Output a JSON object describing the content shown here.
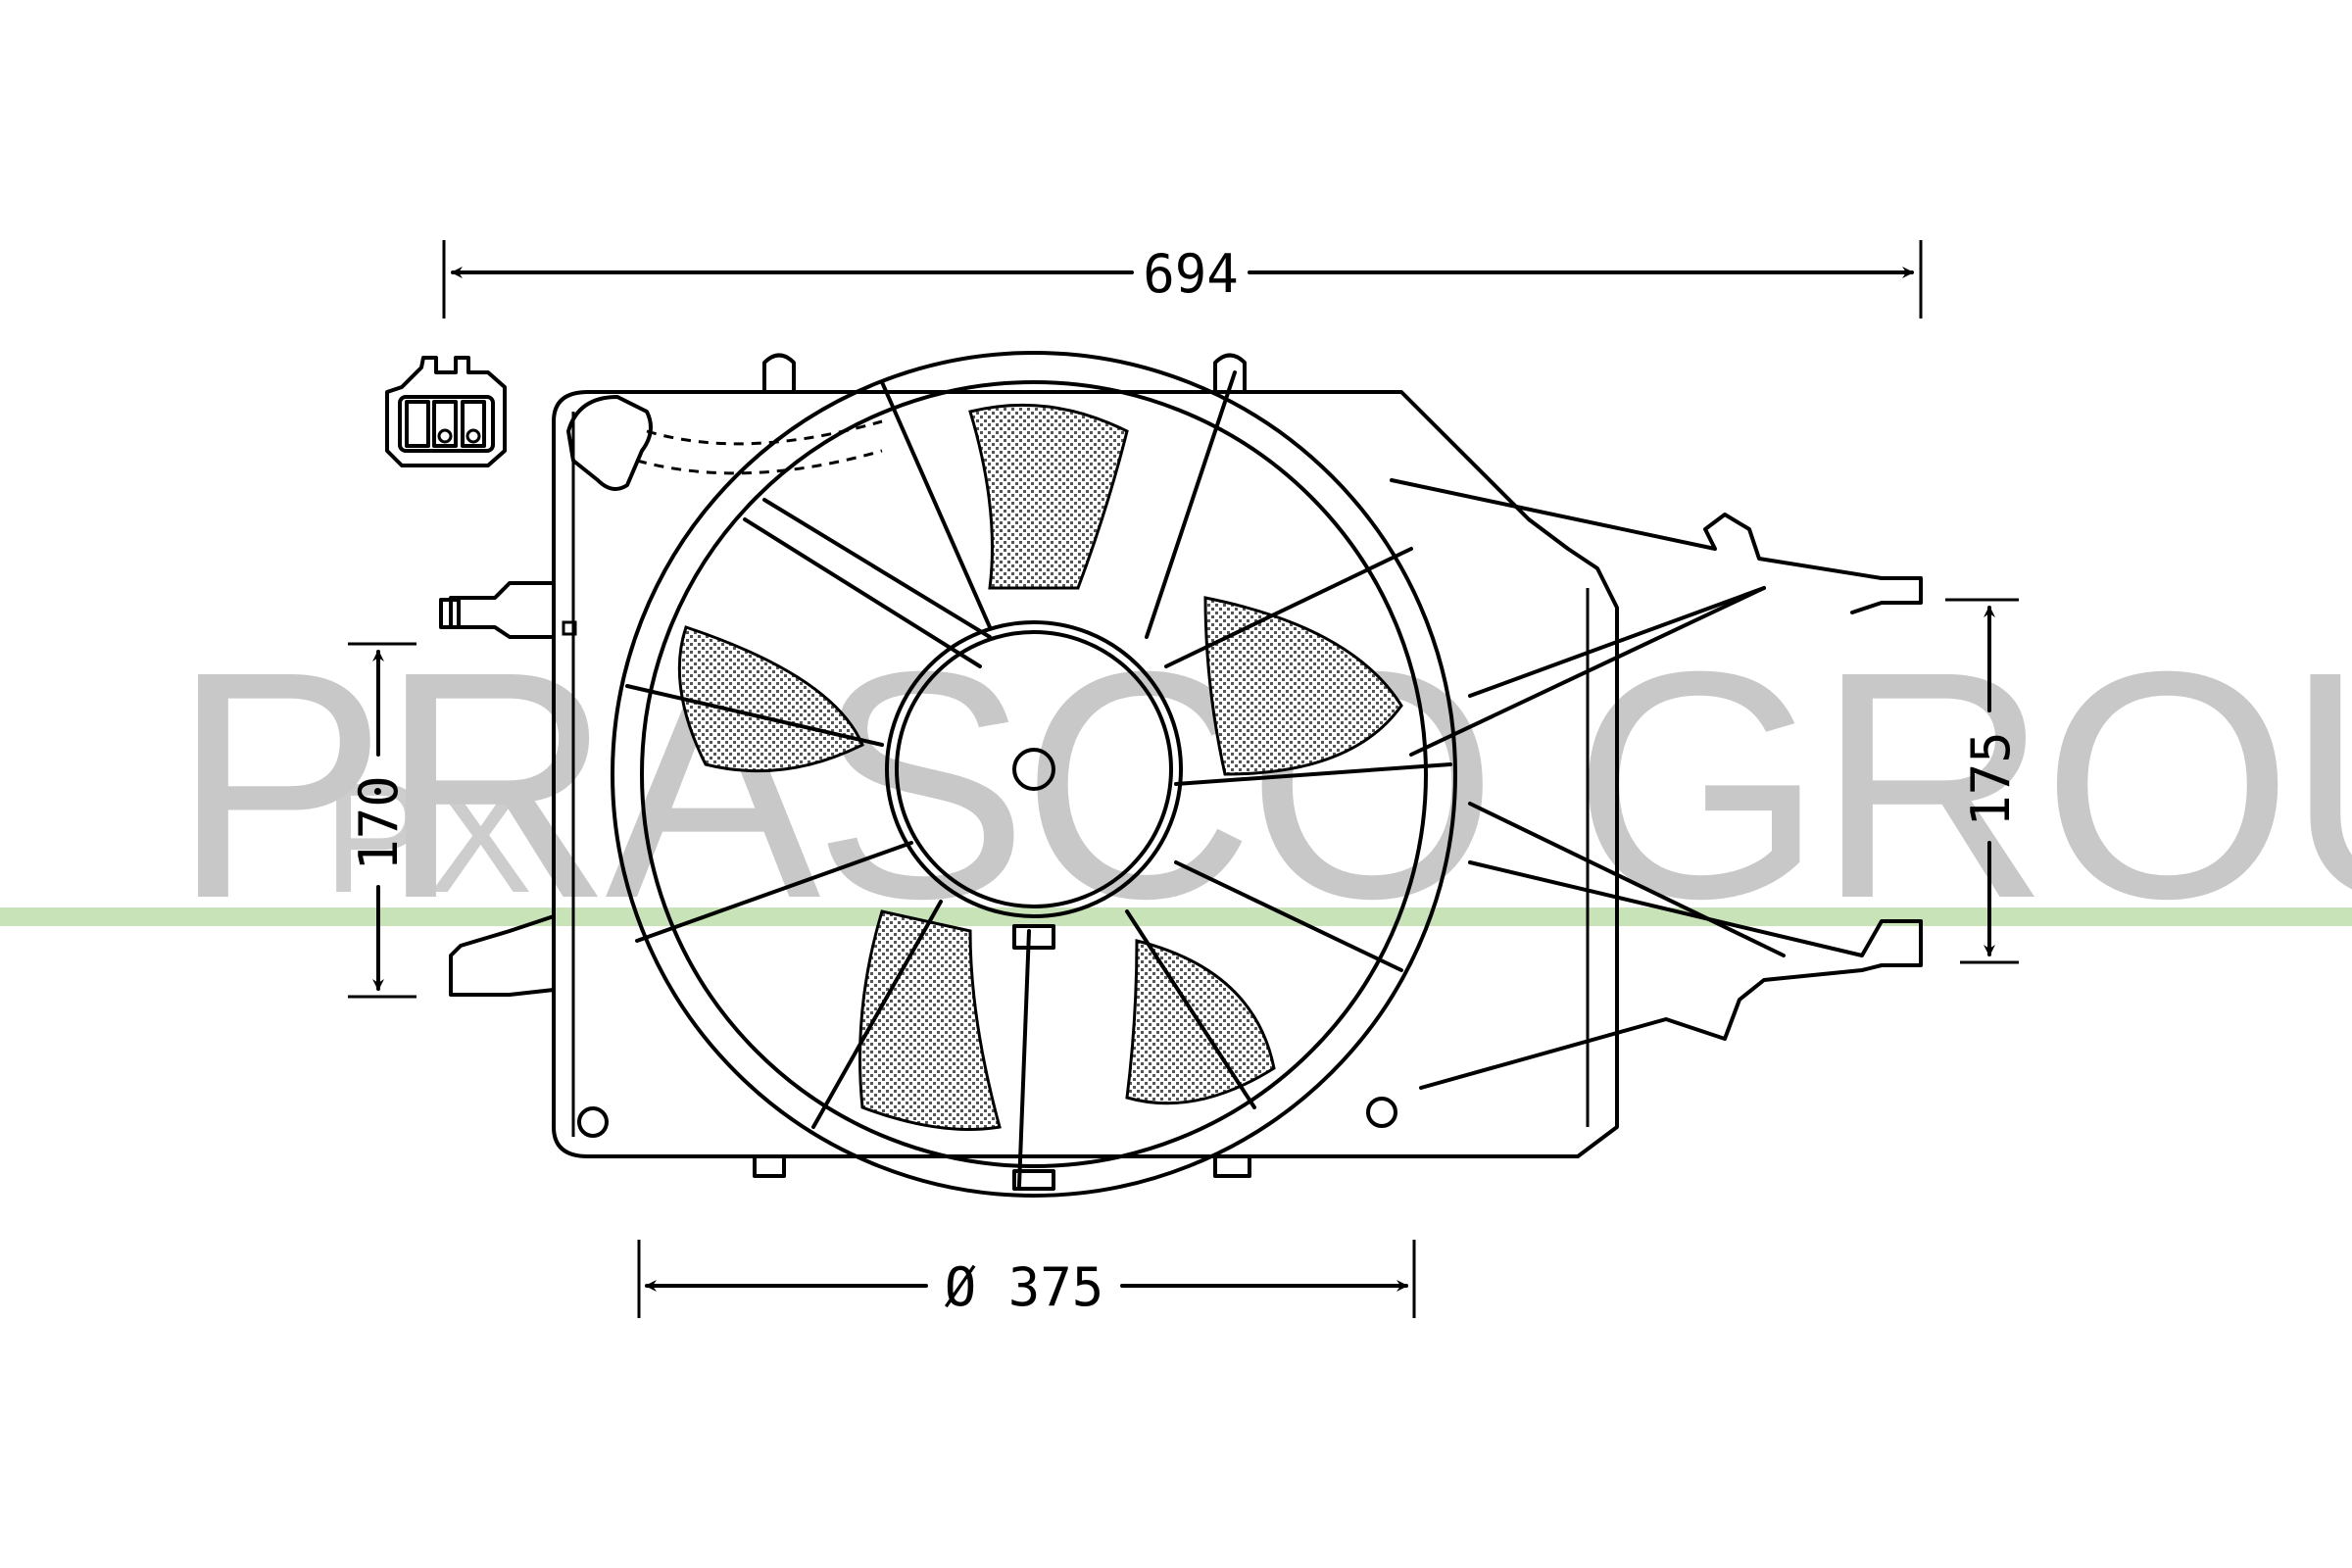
{
  "drawing": {
    "subject": "radiator cooling fan assembly",
    "dimensions": {
      "overall_width": {
        "value": "694",
        "unit": "mm"
      },
      "fan_diameter": {
        "symbol": "Ø",
        "value": "375",
        "label": "Ø 375",
        "unit": "mm"
      },
      "left_mount_spacing": {
        "value": "170",
        "unit": "mm"
      },
      "right_mount_spacing": {
        "value": "175",
        "unit": "mm"
      }
    },
    "connector": {
      "pins": 3
    }
  },
  "watermark": {
    "text": "PRASCO GROUP",
    "logo": "PX",
    "text_color": "#c8c8c8",
    "band_color": "#c9e3b8"
  },
  "colors": {
    "line": "#000000",
    "background": "#ffffff"
  }
}
